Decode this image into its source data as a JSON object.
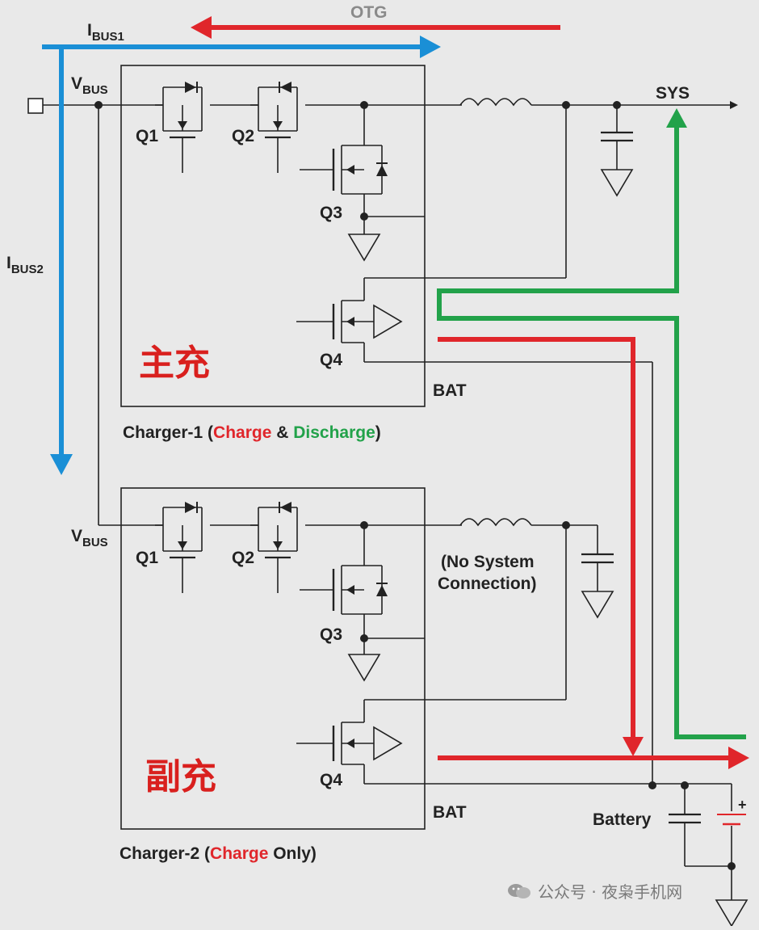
{
  "labels": {
    "otg": "OTG",
    "ibus1_main": "I",
    "ibus1_sub": "BUS1",
    "ibus2_main": "I",
    "ibus2_sub": "BUS2",
    "vbus_main": "V",
    "vbus_sub": "BUS",
    "sys": "SYS",
    "q1": "Q1",
    "q2": "Q2",
    "q3": "Q3",
    "q4": "Q4",
    "bat": "BAT",
    "no_sys_1": "(No System",
    "no_sys_2": "Connection)",
    "battery": "Battery",
    "plus": "+"
  },
  "charger1": {
    "cn_name": "主充",
    "caption_a": "Charger-1 (",
    "caption_charge": "Charge",
    "caption_amp": " & ",
    "caption_discharge": "Discharge",
    "caption_end": ")"
  },
  "charger2": {
    "cn_name": "副充",
    "caption_a": "Charger-2 (",
    "caption_charge": "Charge",
    "caption_only": " Only)"
  },
  "watermark": "公众号 · 夜枭手机网",
  "colors": {
    "blue": "#1a8fd6",
    "red": "#e0262b",
    "green": "#22a24a",
    "wire": "#222222"
  }
}
